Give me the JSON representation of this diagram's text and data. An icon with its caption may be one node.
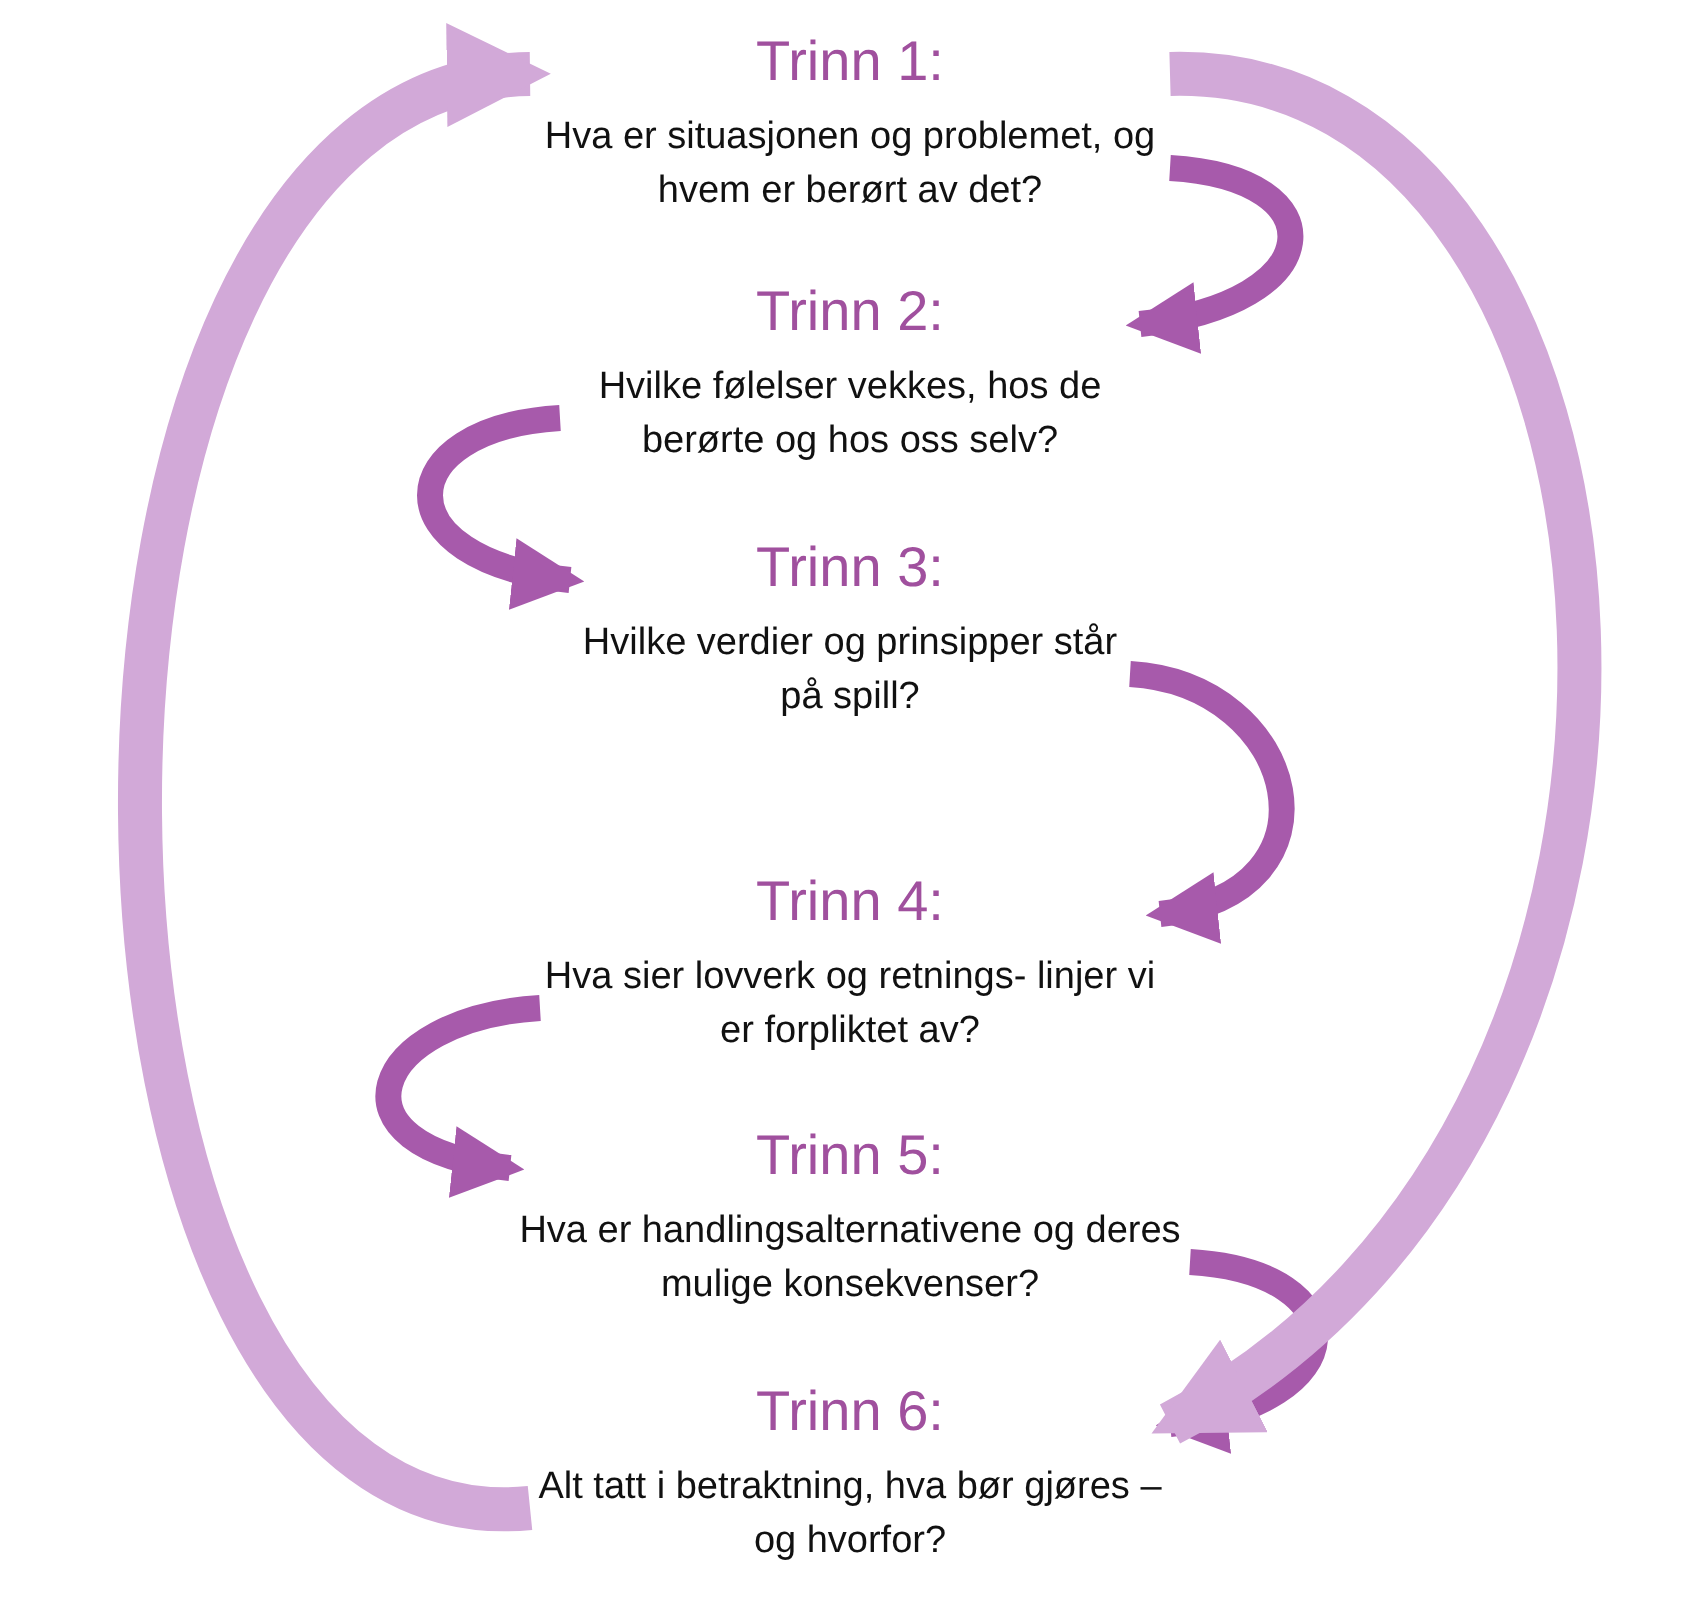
{
  "diagram": {
    "nodes": [
      {
        "text": [
          "Trinn 1:",
          "Hva er situasjonen og problemet, og hvem er berørt av det?"
        ]
      },
      {
        "text": [
          "Trinn 2:",
          "Hvilke følelser vekkes, hos de berørte og hos oss selv?"
        ]
      },
      {
        "text": [
          "Trinn 3:",
          "Hvilke verdier og prinsipper står på spill?"
        ]
      },
      {
        "text": [
          "Trinn 4:",
          "Hva sier lovverk og retnings- linjer vi er forpliktet av?"
        ]
      },
      {
        "text": [
          "Trinn 5:",
          "Hva er handlingsalternativene og deres mulige konsekvenser?"
        ]
      },
      {
        "text": [
          "Trinn 6:",
          "Alt tatt i betraktning, hva bør gjøres – og hvorfor?"
        ]
      }
    ],
    "edges": [
      {
        "from": 0,
        "to": 1,
        "arrow": "to"
      },
      {
        "from": 1,
        "to": 2,
        "arrow": "to"
      },
      {
        "from": 2,
        "to": 3,
        "arrow": "to"
      },
      {
        "from": 3,
        "to": 4,
        "arrow": "to"
      },
      {
        "from": 4,
        "to": 5,
        "arrow": "to"
      },
      {
        "from": 0,
        "to": 5,
        "arrow": "to",
        "color": "#d2a9d8"
      },
      {
        "from": 5,
        "to": 0,
        "arrow": "to",
        "color": "#d2a9d8"
      }
    ]
  }
}
